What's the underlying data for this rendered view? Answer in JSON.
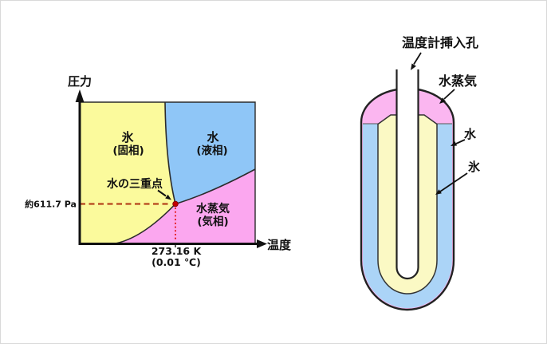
{
  "phase_diagram": {
    "y_axis_label": "圧力",
    "x_axis_label": "温度",
    "regions": {
      "ice": {
        "label": "氷",
        "sublabel": "(固相)",
        "color": "#FBFA9C"
      },
      "water": {
        "label": "水",
        "sublabel": "(液相)",
        "color": "#8FC6F7"
      },
      "vapor": {
        "label": "水蒸気",
        "sublabel": "(気相)",
        "color": "#FBA7EF"
      }
    },
    "triple_point": {
      "label": "水の三重点",
      "pressure": "約611.7 Pa",
      "temperature_k": "273.16 K",
      "temperature_c": "(0.01 ℃)",
      "dot_color": "#c40000",
      "pressure_line_color": "#b5441c",
      "temperature_line_color": "#e31515"
    }
  },
  "triple_point_cell": {
    "labels": {
      "thermometer_hole": "温度計挿入孔",
      "vapor": "水蒸気",
      "water": "水",
      "ice": "氷"
    },
    "colors": {
      "vapor": "#FBB6F0",
      "water": "#ABD4F7",
      "ice": "#FBF9C4"
    }
  }
}
